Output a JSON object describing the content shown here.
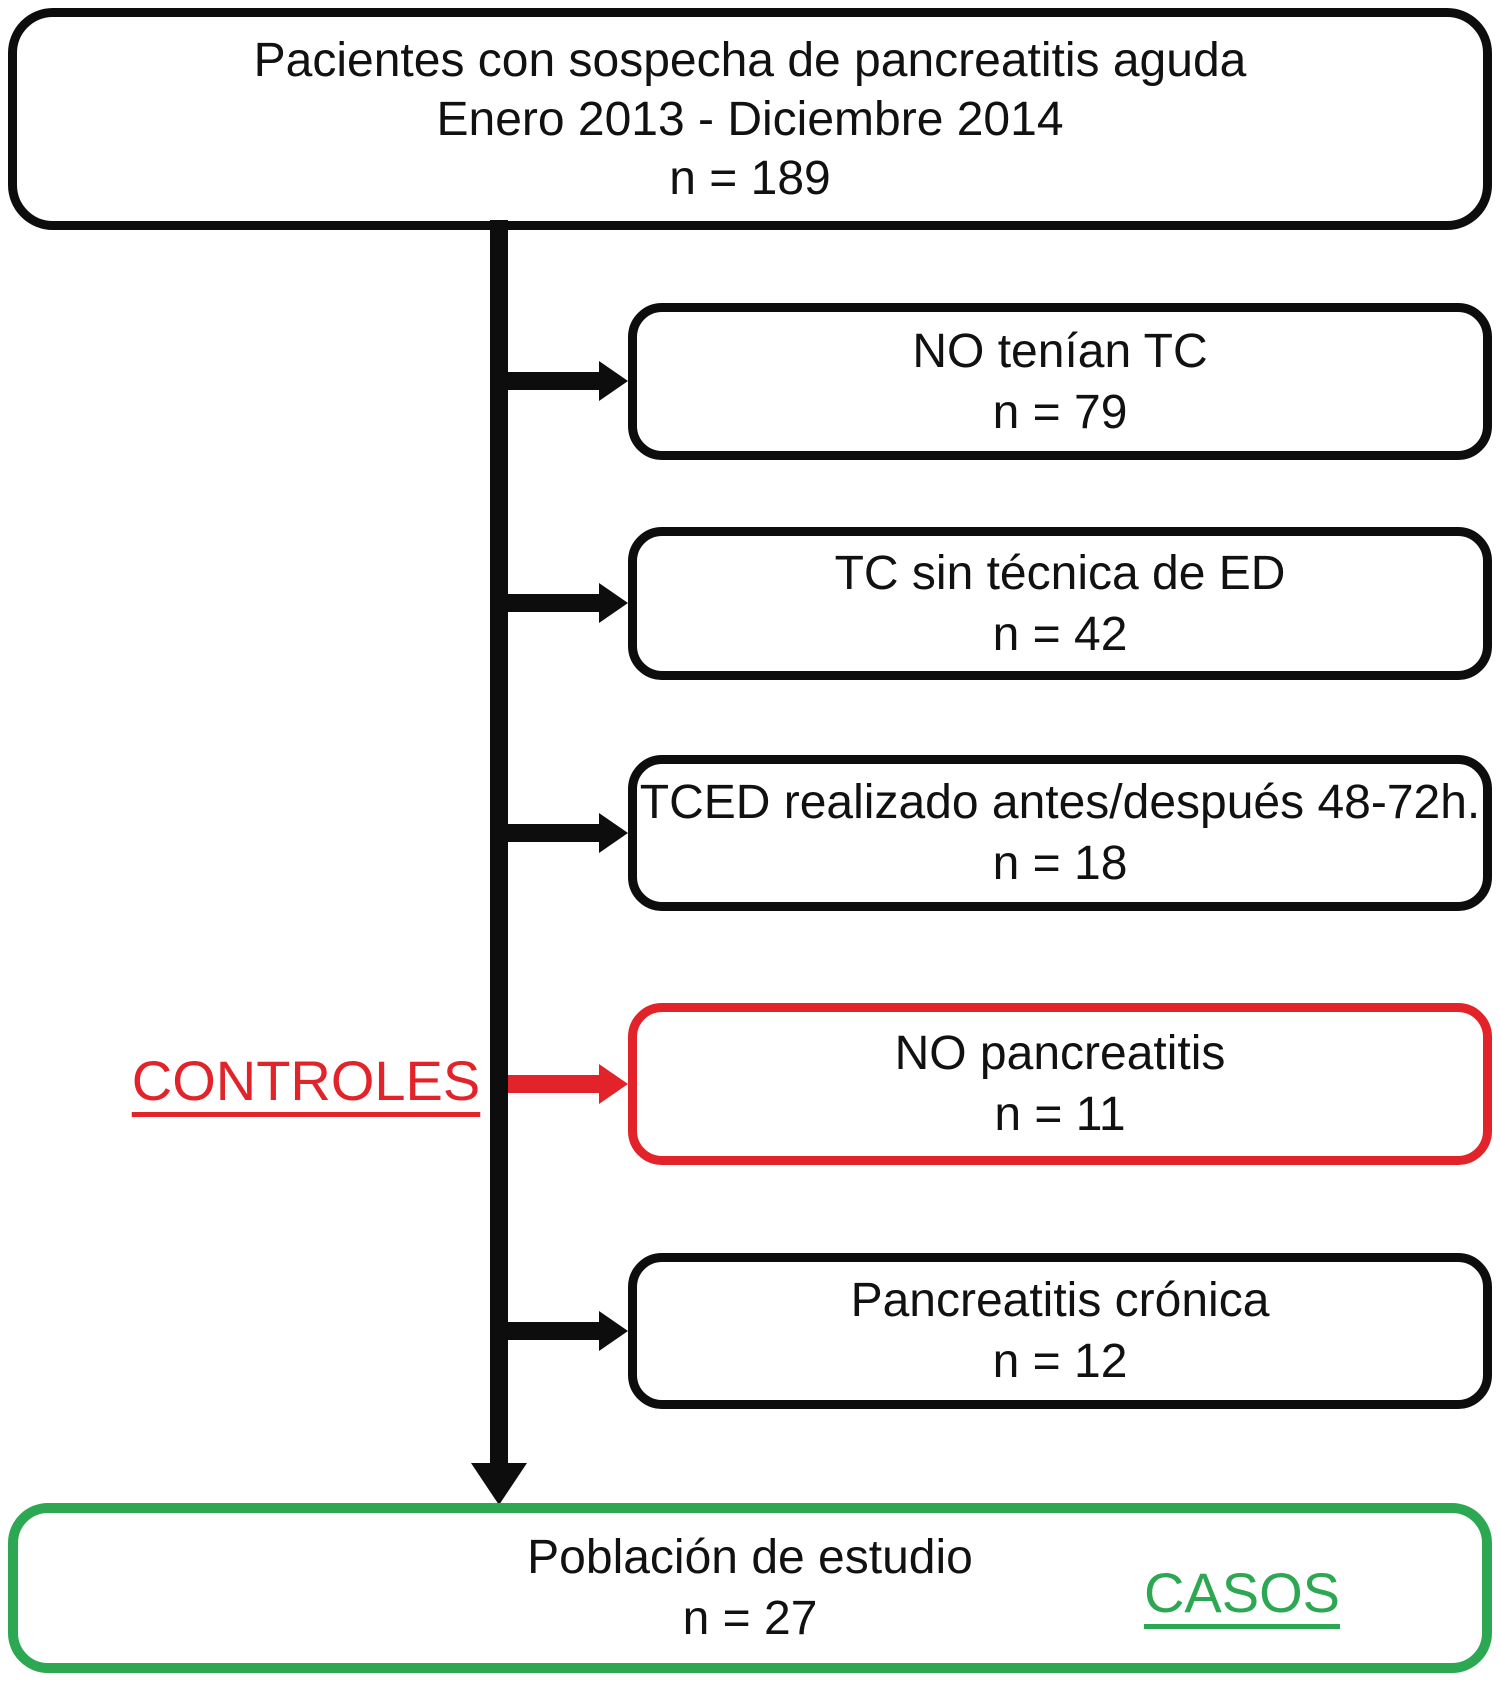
{
  "title_box": {
    "lines": [
      "Pacientes con sospecha de pancreatitis aguda",
      "Enero 2013 - Diciembre 2014",
      "n = 189"
    ]
  },
  "exclusion_boxes": [
    {
      "label": "NO tenían TC",
      "n": "n = 79",
      "variant": "black"
    },
    {
      "label": "TC sin técnica de ED",
      "n": "n = 42",
      "variant": "black"
    },
    {
      "label": "TCED realizado antes/después 48-72h.",
      "n": "n = 18",
      "variant": "black"
    },
    {
      "label": "NO pancreatitis",
      "n": "n = 11",
      "variant": "red"
    },
    {
      "label": "Pancreatitis crónica",
      "n": "n = 12",
      "variant": "black"
    }
  ],
  "controls_label": "CONTROLES",
  "cases_label": "CASOS",
  "final_box": {
    "label": "Población de estudio",
    "n": "n = 27"
  },
  "colors": {
    "black": "#0d0d0d",
    "red": "#e2232a",
    "green": "#2ca852",
    "text": "#111111"
  }
}
